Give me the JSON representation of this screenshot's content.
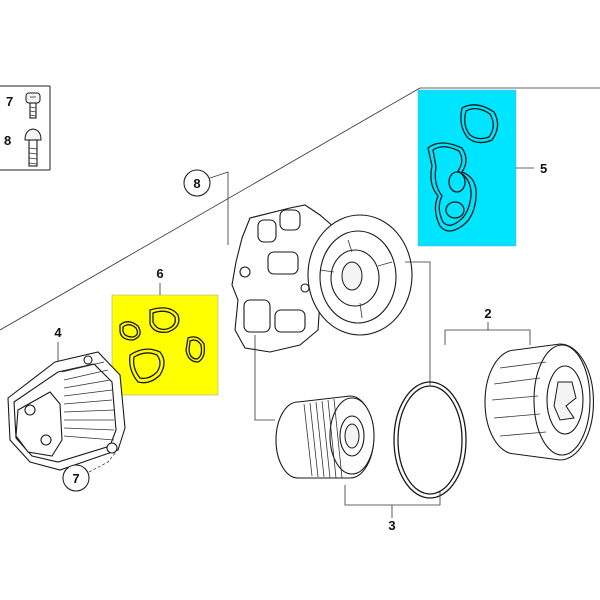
{
  "diagram": {
    "callouts": {
      "c1": "7",
      "c2": "8",
      "c3": "8",
      "c4": "6",
      "c5": "4",
      "c6": "5",
      "c7": "2",
      "c8": "3",
      "c9": "7"
    },
    "colors": {
      "highlight_yellow": "#ffff00",
      "highlight_cyan": "#00e5ff"
    }
  }
}
